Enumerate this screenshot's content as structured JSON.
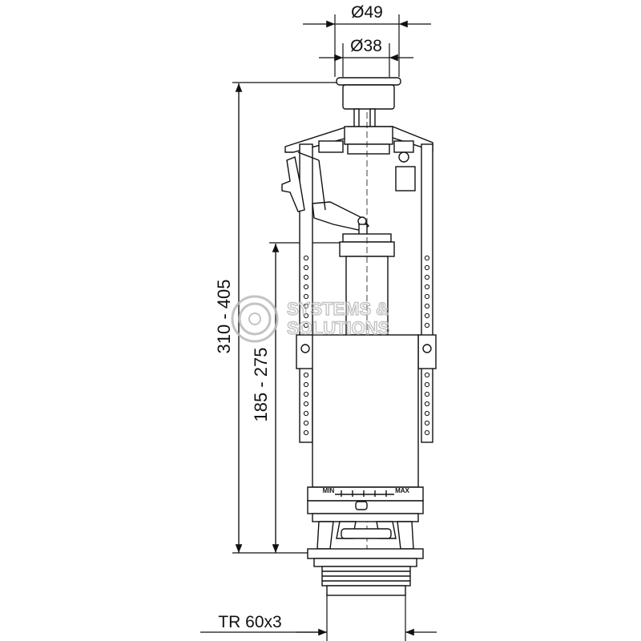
{
  "dimensions": {
    "outer_diameter": "Ø49",
    "inner_diameter": "Ø38",
    "total_height_range": "310 - 405",
    "body_height_range": "185 - 275",
    "thread": "TR 60x3"
  },
  "scale_labels": {
    "min": "MIN",
    "max": "MAX"
  },
  "watermark": {
    "line1": "SYSTEMS &",
    "line2": "SOLUTIONS"
  }
}
